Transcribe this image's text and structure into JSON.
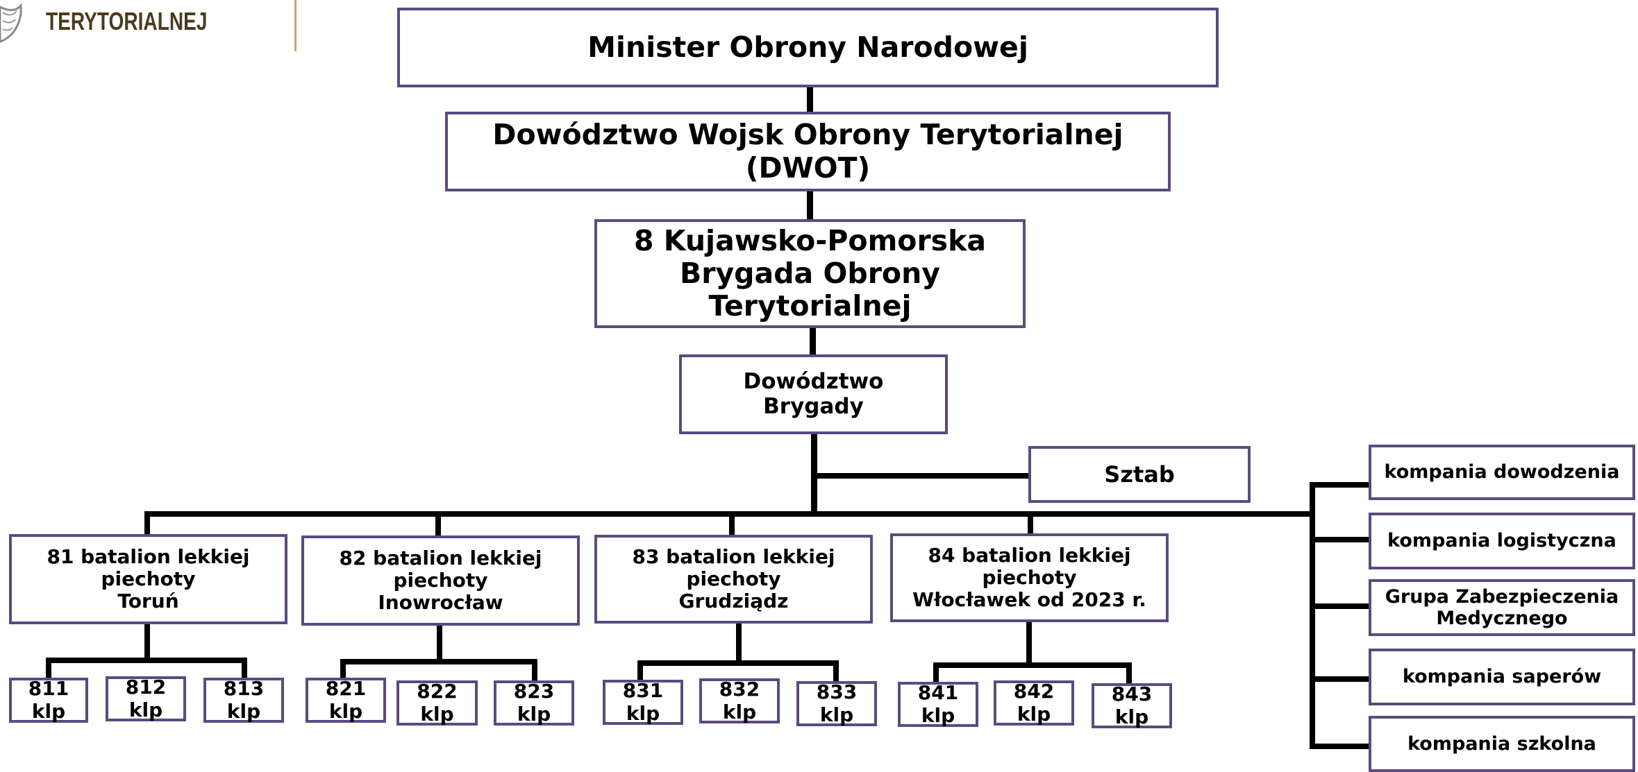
{
  "header": {
    "logo_text": "TERYTORIALNEJ"
  },
  "org_chart": {
    "minister": "Minister Obrony Narodowej",
    "dwot": "Dowództwo Wojsk Obrony Terytorialnej (DWOT)",
    "brigade": "8 Kujawsko-Pomorska\nBrygada Obrony Terytorialnej",
    "brigade_command": "Dowództwo\nBrygady",
    "staff": "Sztab",
    "battalions": [
      {
        "name": "81 batalion lekkiej piechoty\nToruń",
        "companies": [
          "811 klp",
          "812 klp",
          "813 klp"
        ]
      },
      {
        "name": "82 batalion lekkiej piechoty\nInowrocław",
        "companies": [
          "821 klp",
          "822 klp",
          "823 klp"
        ]
      },
      {
        "name": "83 batalion lekkiej piechoty\nGrudziądz",
        "companies": [
          "831 klp",
          "832 klp",
          "833 klp"
        ]
      },
      {
        "name": "84 batalion lekkiej piechoty\nWłocławek od 2023 r.",
        "companies": [
          "841 klp",
          "842 klp",
          "843 klp"
        ]
      }
    ],
    "support_units": [
      "kompania dowodzenia",
      "kompania logistyczna",
      "Grupa Zabezpieczenia\nMedycznego",
      "kompania saperów",
      "kompania szkolna"
    ]
  },
  "colors": {
    "box_border": "#5b4a80",
    "connector": "#000000",
    "logo_text": "#4b3a1e"
  }
}
